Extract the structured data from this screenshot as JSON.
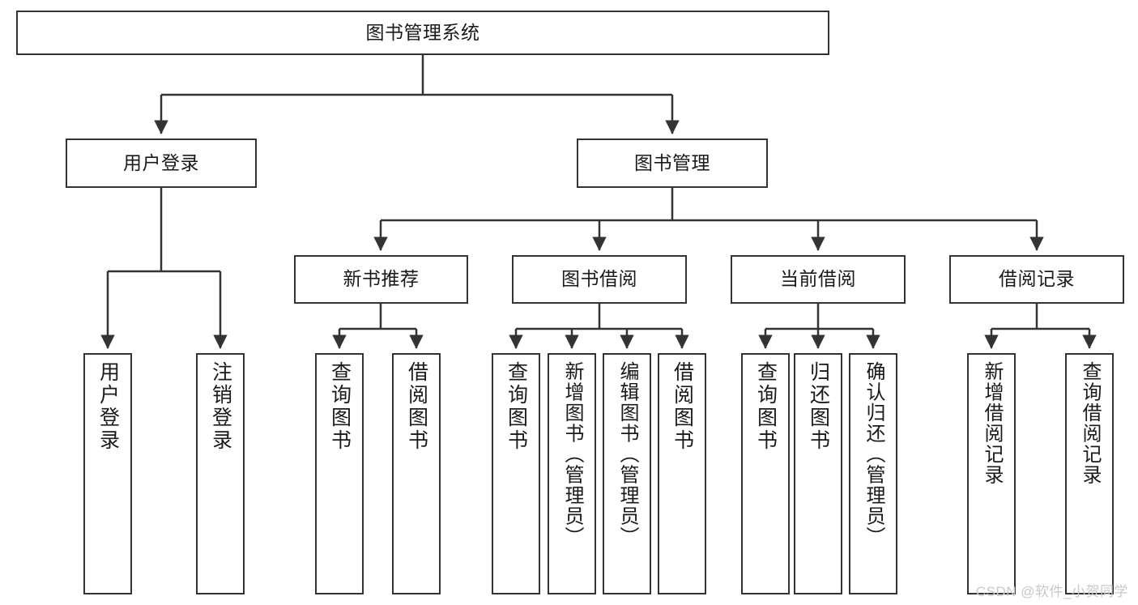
{
  "diagram": {
    "title": "图书管理系统",
    "watermark": "CSDN @软件_小贺同学",
    "colors": {
      "box_border": "#333333",
      "box_fill": "#ffffff",
      "edge": "#333333",
      "text": "#1a1a1a",
      "watermark": "#c9c9c9",
      "background": "#ffffff"
    },
    "root": {
      "label": "图书管理系统"
    },
    "level2": [
      {
        "label": "用户登录"
      },
      {
        "label": "图书管理"
      }
    ],
    "level3": [
      {
        "label": "新书推荐"
      },
      {
        "label": "图书借阅"
      },
      {
        "label": "当前借阅"
      },
      {
        "label": "借阅记录"
      }
    ],
    "leaves": {
      "user_login": [
        {
          "label": "用户登录"
        },
        {
          "label": "注销登录"
        }
      ],
      "new_book": [
        {
          "label": "查询图书"
        },
        {
          "label": "借阅图书"
        }
      ],
      "book_borrow": [
        {
          "label": "查询图书"
        },
        {
          "label": "新增图书（管理员）"
        },
        {
          "label": "编辑图书（管理员）"
        },
        {
          "label": "借阅图书"
        }
      ],
      "current_borrow": [
        {
          "label": "查询图书"
        },
        {
          "label": "归还图书"
        },
        {
          "label": "确认归还（管理员）"
        }
      ],
      "borrow_record": [
        {
          "label": "新增借阅记录"
        },
        {
          "label": "查询借阅记录"
        }
      ]
    }
  }
}
